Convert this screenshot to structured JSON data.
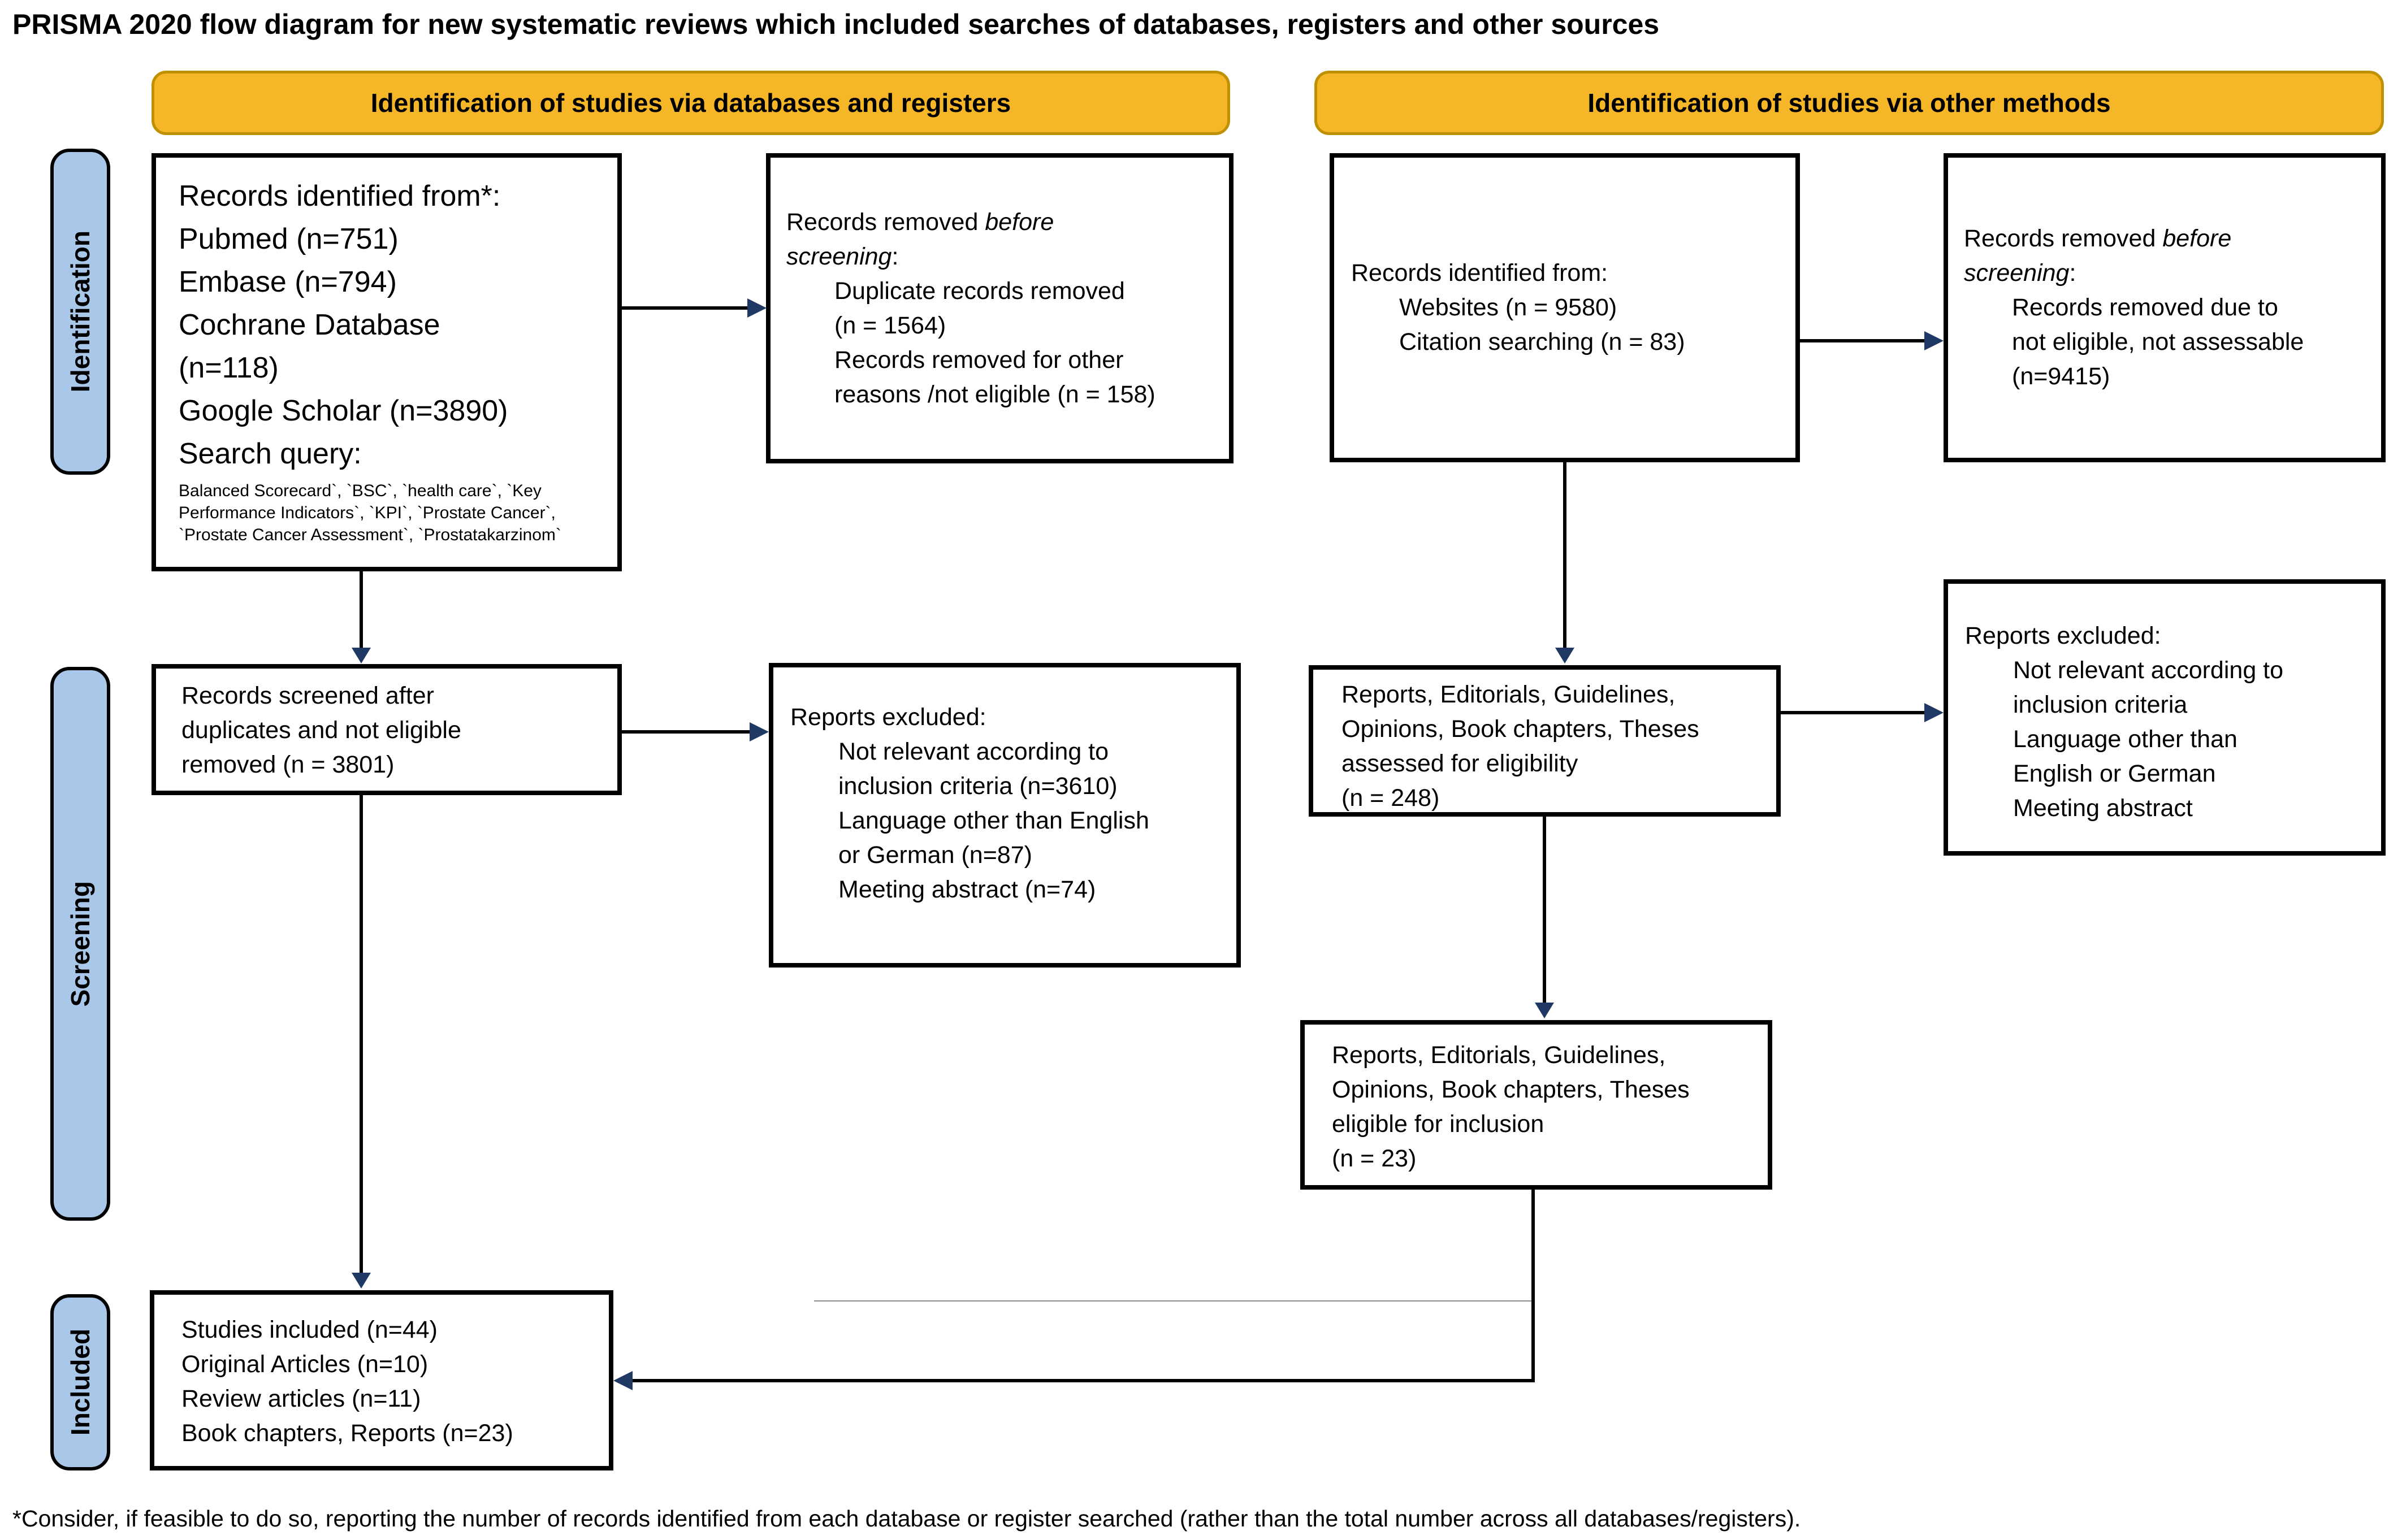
{
  "title": "PRISMA 2020 flow diagram for new systematic reviews which included searches of databases, registers and other sources",
  "headers": {
    "left": "Identification of studies via databases and registers",
    "right": "Identification of studies via other methods"
  },
  "sidebar": {
    "identification": "Identification",
    "screening": "Screening",
    "included": "Included"
  },
  "boxes": {
    "db_identified": {
      "lines": [
        "Records identified from*:",
        "Pubmed (n=751)",
        "Embase (n=794)",
        "Cochrane Database",
        "(n=118)",
        "Google Scholar (n=3890)",
        "Search query:"
      ],
      "query": "Balanced Scorecard`, `BSC`, `health care`, `Key Performance Indicators`, `KPI`, `Prostate Cancer`, `Prostate Cancer Assessment`, `Prostatakarzinom`"
    },
    "db_removed": {
      "intro_pre": "Records removed ",
      "intro_italic": "before",
      "intro_italic2": "screening",
      "intro_post": ":",
      "items": [
        "Duplicate records removed",
        "(n = 1564)",
        "Records removed for other",
        "reasons /not eligible (n = 158)"
      ]
    },
    "other_identified": {
      "heading": "Records identified from:",
      "items": [
        "Websites (n = 9580)",
        "Citation searching (n = 83)"
      ]
    },
    "other_removed": {
      "intro_pre": "Records removed ",
      "intro_italic": "before",
      "intro_italic2": "screening",
      "intro_post": ":",
      "items": [
        "Records removed due to",
        "not eligible, not assessable",
        "(n=9415)"
      ]
    },
    "screened": {
      "lines": [
        "Records screened after",
        "duplicates and not eligible",
        "removed (n = 3801)"
      ]
    },
    "db_excluded": {
      "heading": "Reports excluded:",
      "items": [
        "Not relevant according to",
        "inclusion criteria (n=3610)",
        "Language other than English",
        "or German (n=87)",
        "Meeting abstract (n=74)"
      ]
    },
    "assessed": {
      "lines": [
        "Reports, Editorials, Guidelines,",
        "Opinions, Book chapters, Theses",
        "assessed for eligibility",
        "(n = 248)"
      ]
    },
    "other_excluded": {
      "heading": "Reports excluded:",
      "items": [
        "Not relevant according to",
        "inclusion criteria",
        "Language other than",
        "English or German",
        "Meeting abstract"
      ]
    },
    "eligible": {
      "lines": [
        "Reports, Editorials, Guidelines,",
        "Opinions, Book chapters, Theses",
        "eligible for inclusion",
        "(n = 23)"
      ]
    },
    "included": {
      "lines": [
        "Studies included (n=44)",
        "Original Articles (n=10)",
        "Review articles (n=11)",
        "Book chapters, Reports (n=23)"
      ]
    }
  },
  "footnote": "*Consider, if feasible to do so, reporting the number of records identified from each database or register searched (rather than the total number across all databases/registers).",
  "colors": {
    "header_fill": "#F5B727",
    "header_border": "#BF9000",
    "stage_fill": "#A9C7E8",
    "arrowhead": "#1F3864",
    "line": "#000000"
  }
}
